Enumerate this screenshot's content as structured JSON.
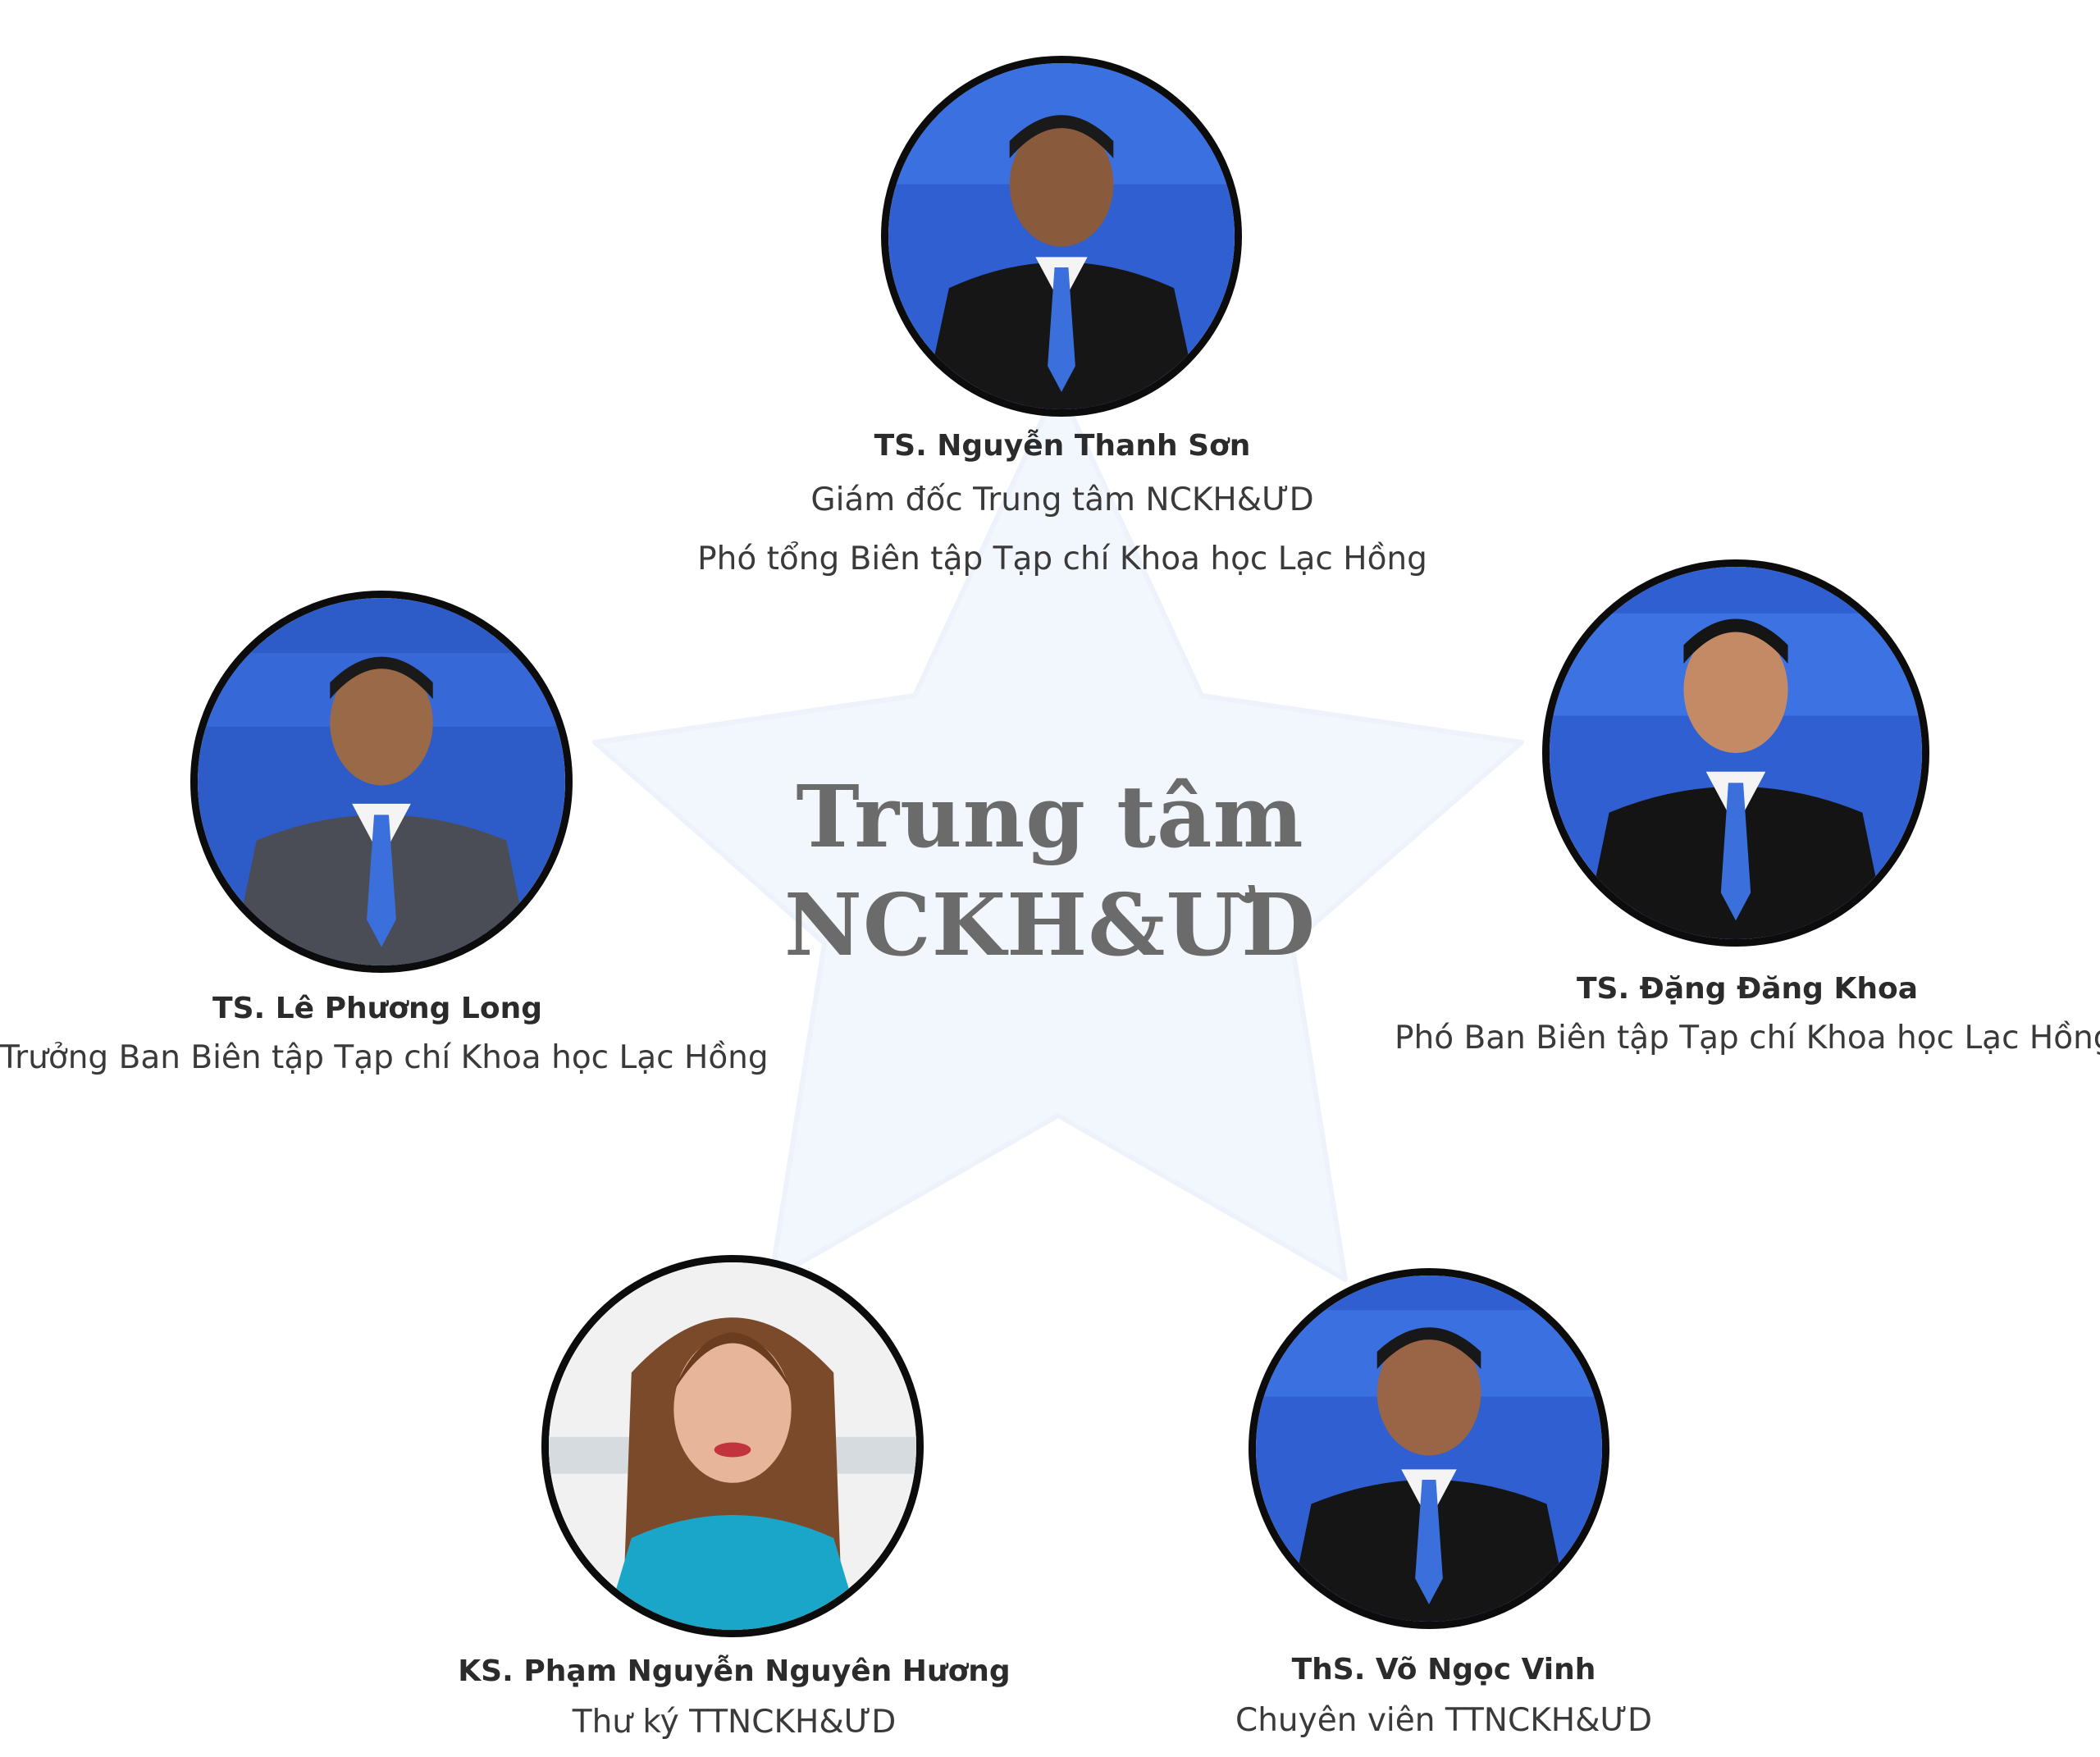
{
  "center": {
    "line1": "Trung tâm",
    "line2": "NCKH&ƯD"
  },
  "colors": {
    "star": "#f2f6fd",
    "ring": "#0c0c0c",
    "title": "#6b6b6b",
    "backdrop_blue": "#2f5fd0"
  },
  "members": [
    {
      "name": "TS. Nguyễn Thanh Sơn",
      "roles": [
        "Giám đốc Trung tâm NCKH&ƯD",
        "Phó tổng Biên tập Tạp chí Khoa học Lạc Hồng"
      ],
      "photo_icon": "portrait-photo"
    },
    {
      "name": "TS. Lê Phương Long",
      "roles": [
        "Trưởng Ban Biên tập Tạp chí Khoa học Lạc Hồng"
      ],
      "photo_icon": "portrait-photo"
    },
    {
      "name": "TS. Đặng Đăng Khoa",
      "roles": [
        "Phó Ban Biên tập Tạp chí Khoa học Lạc Hồng"
      ],
      "photo_icon": "portrait-photo"
    },
    {
      "name": "KS. Phạm Nguyễn Nguyên Hương",
      "roles": [
        "Thư ký TTNCKH&ƯD"
      ],
      "photo_icon": "portrait-photo"
    },
    {
      "name": "ThS. Võ Ngọc Vinh",
      "roles": [
        "Chuyên viên TTNCKH&ƯD"
      ],
      "photo_icon": "portrait-photo"
    }
  ]
}
